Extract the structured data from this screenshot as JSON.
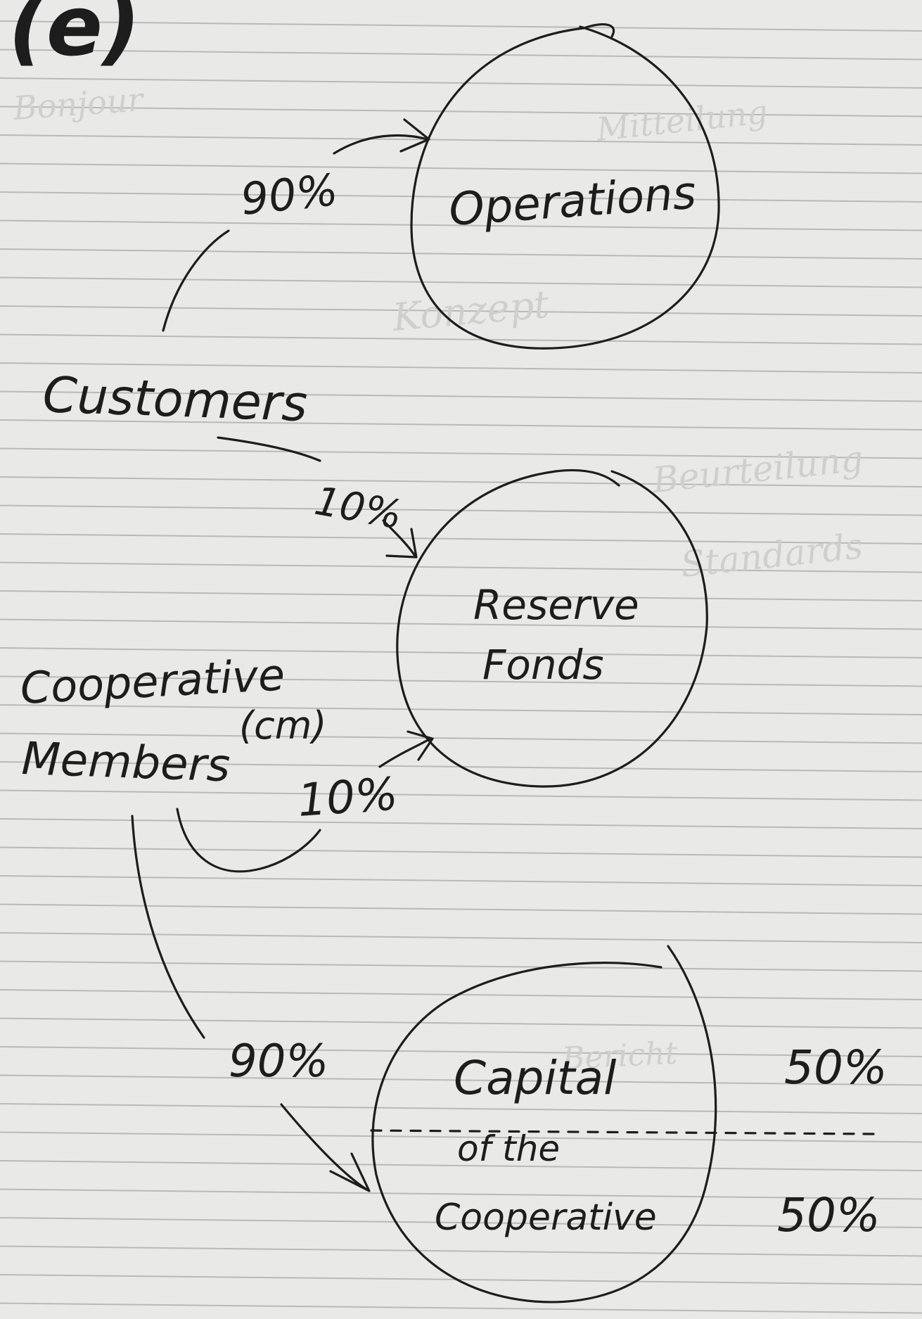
{
  "corner_mark": "(e)",
  "nodes": {
    "operations": "Operations",
    "reserve_line1": "Reserve",
    "reserve_line2": "Fonds",
    "capital_line1": "Capital",
    "capital_line2": "of the",
    "capital_line3": "Cooperative"
  },
  "sources": {
    "customers": "Customers",
    "members_line1": "Cooperative",
    "members_line2": "Members",
    "members_abbrev": "(cm)"
  },
  "flows": {
    "customers_to_operations": "90%",
    "customers_to_reserve": "10%",
    "members_to_reserve": "10%",
    "members_to_capital": "90%"
  },
  "capital_split": {
    "upper": "50%",
    "lower": "50%"
  }
}
